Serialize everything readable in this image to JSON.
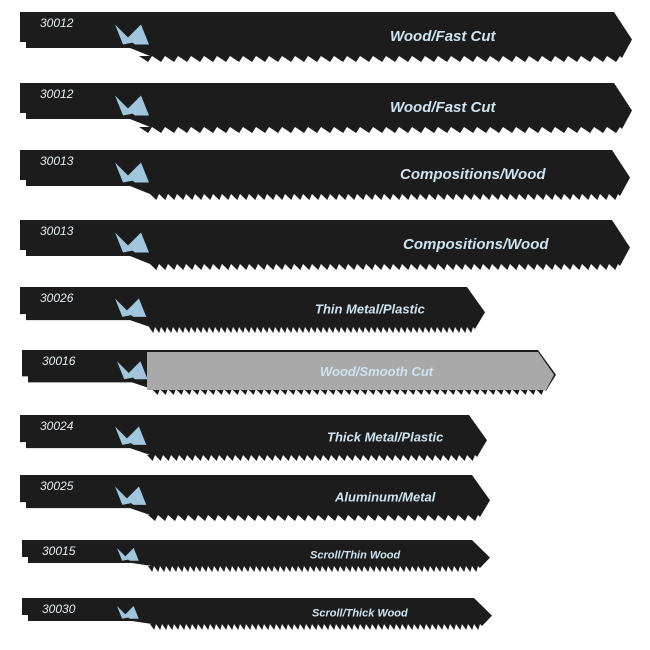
{
  "blades": [
    {
      "code": "30012",
      "label": "Wood/Fast Cut",
      "finish": "black"
    },
    {
      "code": "30012",
      "label": "Wood/Fast Cut",
      "finish": "black"
    },
    {
      "code": "30013",
      "label": "Compositions/Wood",
      "finish": "black"
    },
    {
      "code": "30013",
      "label": "Compositions/Wood",
      "finish": "black"
    },
    {
      "code": "30026",
      "label": "Thin Metal/Plastic",
      "finish": "black"
    },
    {
      "code": "30016",
      "label": "Wood/Smooth Cut",
      "finish": "silver"
    },
    {
      "code": "30024",
      "label": "Thick Metal/Plastic",
      "finish": "black"
    },
    {
      "code": "30025",
      "label": "Aluminum/Metal",
      "finish": "black"
    },
    {
      "code": "30015",
      "label": "Scroll/Thin Wood",
      "finish": "black"
    },
    {
      "code": "30030",
      "label": "Scroll/Thick Wood",
      "finish": "black"
    }
  ],
  "colors": {
    "blade": "#1c1c1c",
    "silver": "#a9a9a9",
    "logo": "#9fc6dc"
  }
}
